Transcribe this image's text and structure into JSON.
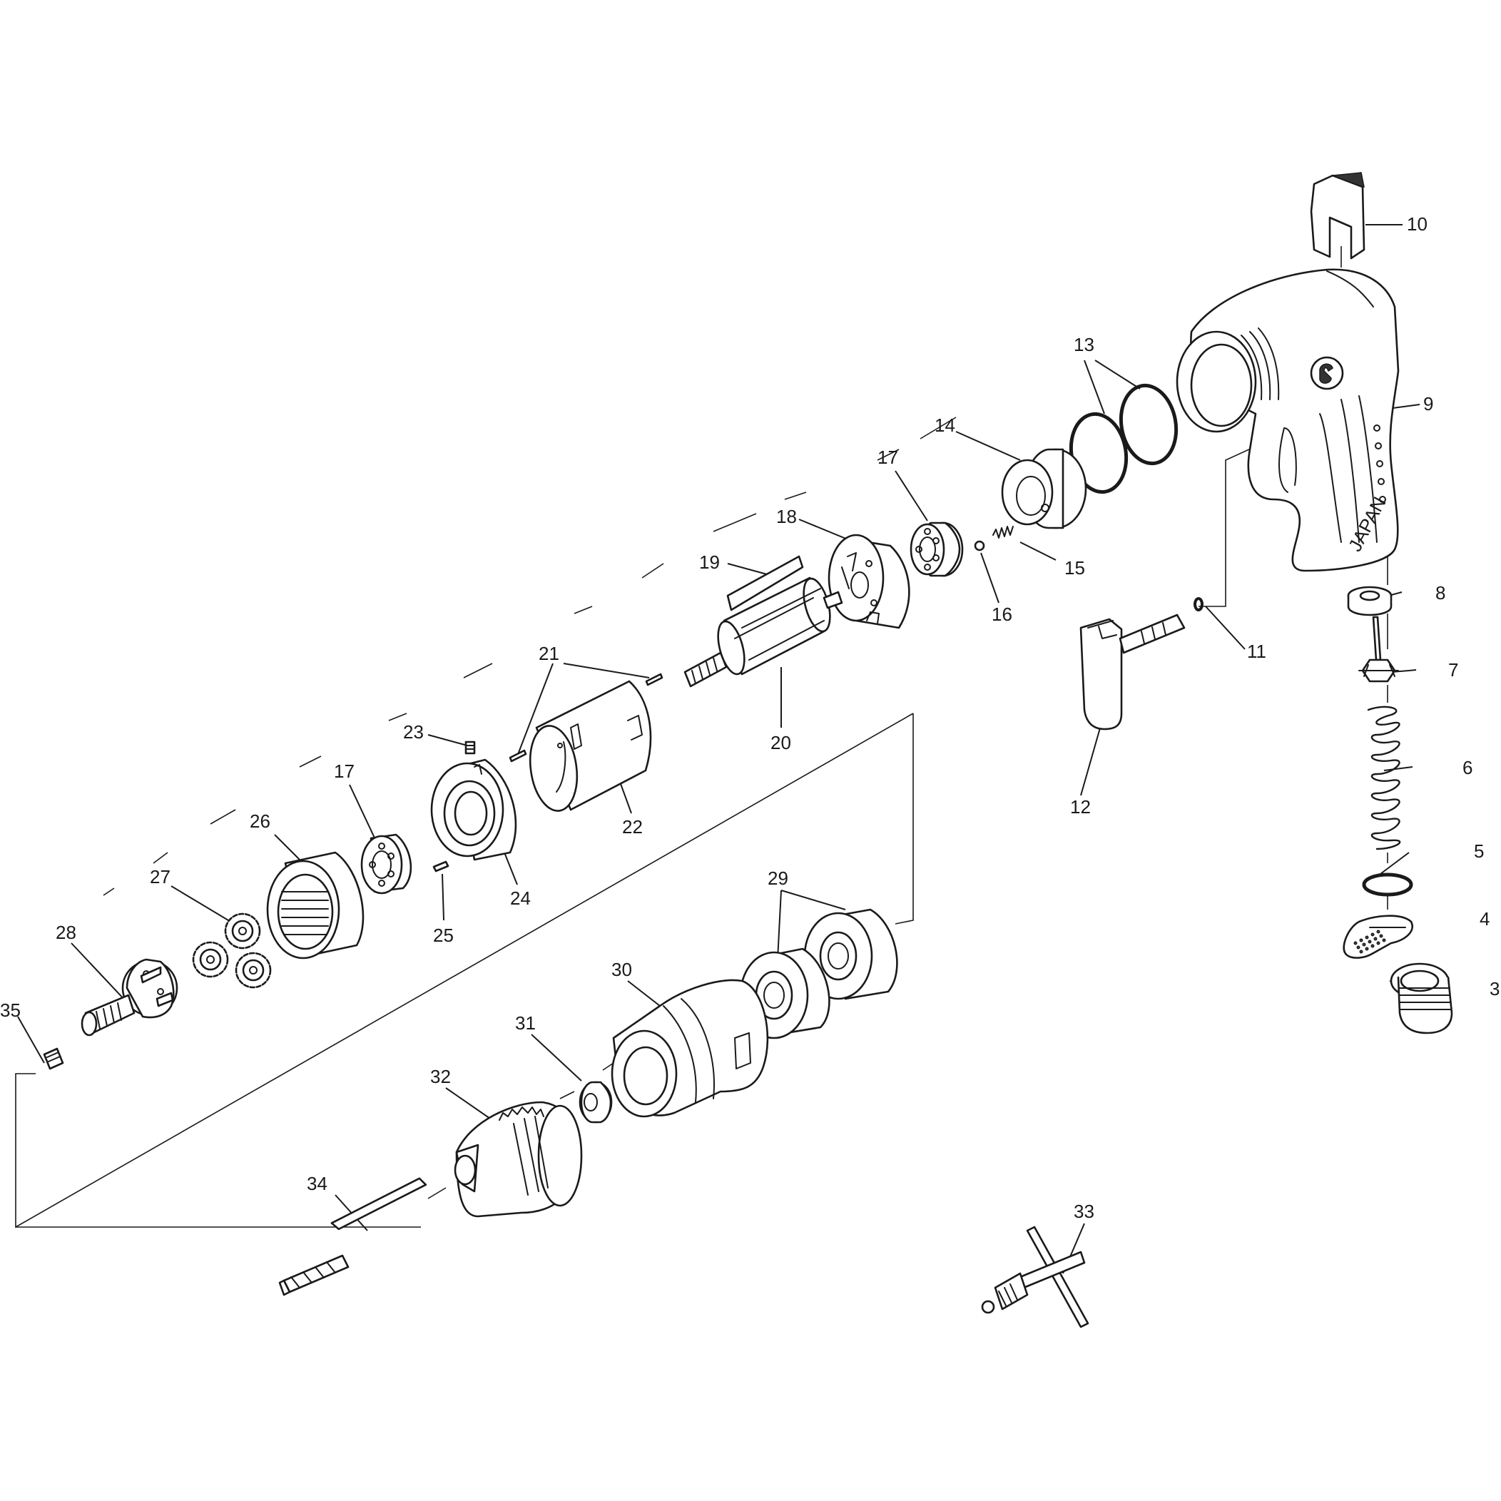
{
  "diagram": {
    "type": "exploded-parts-view",
    "callouts": [
      "3",
      "4",
      "5",
      "6",
      "7",
      "8",
      "9",
      "10",
      "11",
      "12",
      "13",
      "14",
      "15",
      "16",
      "17",
      "17",
      "18",
      "19",
      "20",
      "21",
      "22",
      "23",
      "24",
      "25",
      "26",
      "27",
      "28",
      "29",
      "30",
      "31",
      "32",
      "33",
      "34",
      "35"
    ],
    "stamps": [
      "JAPAN"
    ]
  }
}
